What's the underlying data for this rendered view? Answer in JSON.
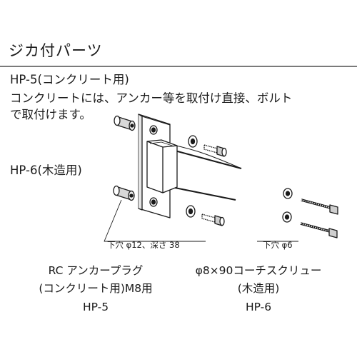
{
  "heading": "ジカ付パーツ",
  "hp5": {
    "title": "HP-5(コンクリート用)",
    "desc_line1": "コンクリートには、アンカー等を取付け直接、ボルト",
    "desc_line2": "で取付けます。"
  },
  "hp6": {
    "title": "HP-6(木造用)"
  },
  "diagram": {
    "left_label": "下穴 φ12、深さ 38",
    "right_label": "下穴 φ6"
  },
  "captions": {
    "left": {
      "line1": "RC アンカープラグ",
      "line2": "(コンクリート用)M8用",
      "code": "HP-5"
    },
    "right": {
      "line1": "φ8×90コーチスクリュー",
      "line2": "(木造用)",
      "code": "HP-6"
    }
  }
}
